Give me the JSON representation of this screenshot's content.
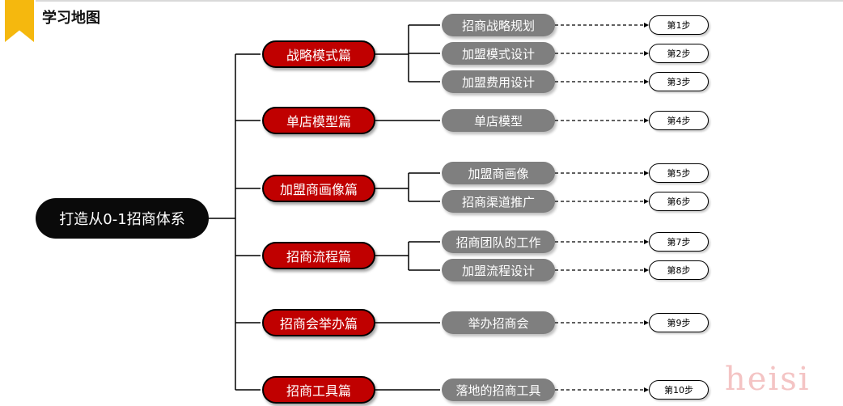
{
  "header": {
    "title": "学习地图"
  },
  "root": {
    "label": "打造从0-1招商体系"
  },
  "chapters": [
    {
      "label": "战略模式篇",
      "topics": [
        {
          "label": "招商战略规划",
          "step": "第1步"
        },
        {
          "label": "加盟模式设计",
          "step": "第2步"
        },
        {
          "label": "加盟费用设计",
          "step": "第3步"
        }
      ]
    },
    {
      "label": "单店模型篇",
      "topics": [
        {
          "label": "单店模型",
          "step": "第4步"
        }
      ]
    },
    {
      "label": "加盟商画像篇",
      "topics": [
        {
          "label": "加盟商画像",
          "step": "第5步"
        },
        {
          "label": "招商渠道推广",
          "step": "第6步"
        }
      ]
    },
    {
      "label": "招商流程篇",
      "topics": [
        {
          "label": "招商团队的工作",
          "step": "第7步"
        },
        {
          "label": "加盟流程设计",
          "step": "第8步"
        }
      ]
    },
    {
      "label": "招商会举办篇",
      "topics": [
        {
          "label": "举办招商会",
          "step": "第9步"
        }
      ]
    },
    {
      "label": "招商工具篇",
      "topics": [
        {
          "label": "落地的招商工具",
          "step": "第10步"
        }
      ]
    }
  ],
  "watermark": "heisi"
}
